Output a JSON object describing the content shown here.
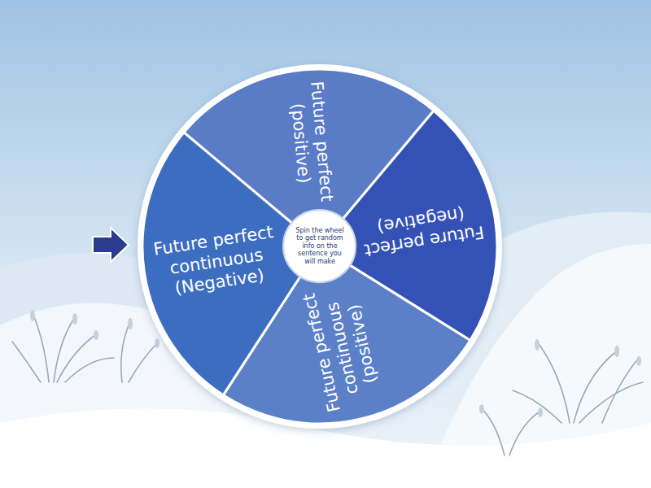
{
  "diagram": {
    "nodes": [
      {
        "text": [
          "Future perfect (positive)"
        ]
      },
      {
        "text": [
          "Future perfect (negative)"
        ]
      },
      {
        "text": [
          "Future perfect continuous (positive)"
        ]
      },
      {
        "text": [
          "Future perfect continuous (Negative)"
        ]
      },
      {
        "text": [
          "Spin the wheel to get random info on the sentence you will make"
        ]
      }
    ]
  }
}
